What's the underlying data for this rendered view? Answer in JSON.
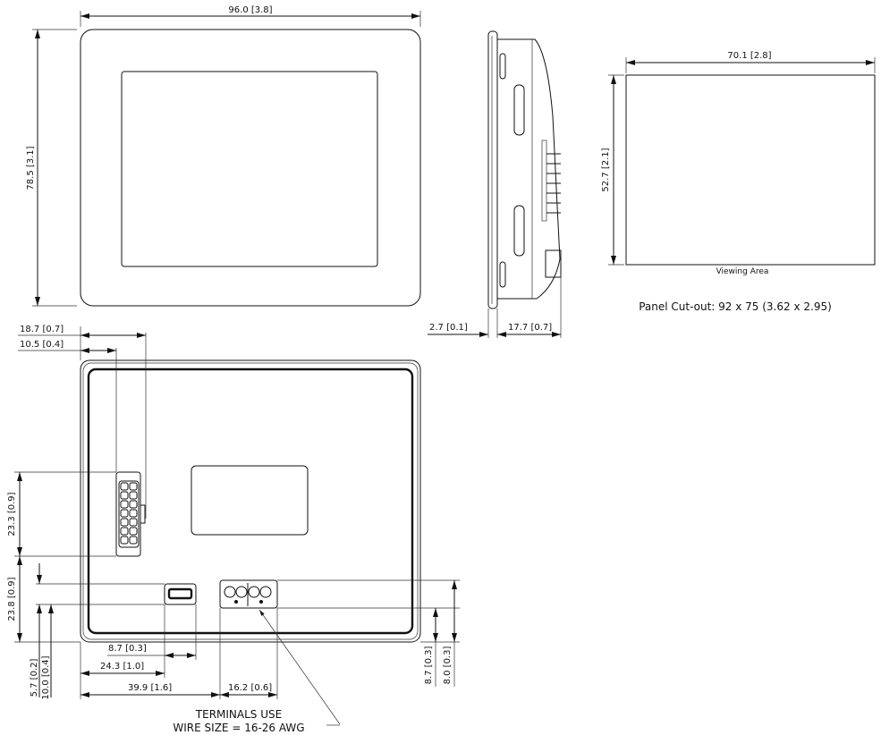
{
  "front_view": {
    "width_dim": "96.0 [3.8]",
    "height_dim": "78.5 [3.1]"
  },
  "side_view": {
    "flange_dim": "2.7 [0.1]",
    "depth_dim": "17.7 [0.7]"
  },
  "cutout": {
    "width_dim": "70.1 [2.8]",
    "height_dim": "52.7 [2.1]",
    "viewing_area_label": "Viewing Area",
    "panel_cutout_label": "Panel Cut-out: 92 x 75 (3.62 x 2.95)"
  },
  "rear_view": {
    "dim_18_7": "18.7 [0.7]",
    "dim_10_5": "10.5 [0.4]",
    "dim_23_3": "23.3 [0.9]",
    "dim_23_8": "23.8 [0.9]",
    "dim_5_7": "5.7 [0.2]",
    "dim_10_0": "10.0 [0.4]",
    "dim_8_7_bottom": "8.7 [0.3]",
    "dim_24_3": "24.3 [1.0]",
    "dim_39_9": "39.9 [1.6]",
    "dim_16_2": "16.2 [0.6]",
    "dim_8_7_right": "8.7 [0.3]",
    "dim_8_0": "8.0 [0.3]",
    "terminal_note_line1": "TERMINALS USE",
    "terminal_note_line2": "WIRE SIZE = 16-26 AWG"
  }
}
